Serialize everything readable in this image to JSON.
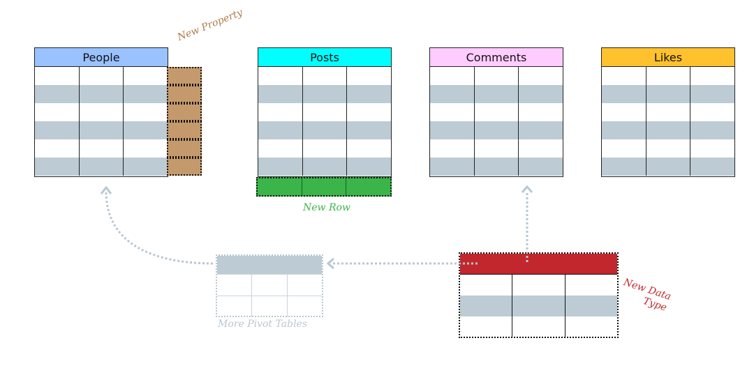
{
  "tables": [
    {
      "id": "people",
      "title": "People",
      "color": "#99c2ff"
    },
    {
      "id": "posts",
      "title": "Posts",
      "color": "#00ffff"
    },
    {
      "id": "comments",
      "title": "Comments",
      "color": "#ffccff"
    },
    {
      "id": "likes",
      "title": "Likes",
      "color": "#ffc12e"
    }
  ],
  "annotations": {
    "new_property": "New Property",
    "new_row": "New Row",
    "more_pivot_tables": "More Pivot Tables",
    "new_data_type_line1": "New Data",
    "new_data_type_line2": "Type"
  },
  "colors": {
    "new_property": "#c49a6c",
    "new_row": "#3bb54a",
    "new_data_type": "#c1272d",
    "pivot": "#b9c7d1",
    "row_shade": "#bccbd4"
  }
}
